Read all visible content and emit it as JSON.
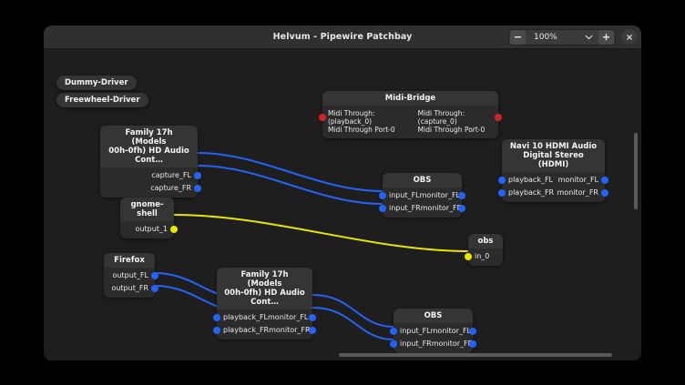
{
  "window": {
    "title": "Helvum - Pipewire Patchbay",
    "zoom_out_icon": "minus-icon",
    "zoom_value": "100%",
    "zoom_dropdown_icon": "chevron-down-icon",
    "zoom_in_icon": "plus-icon",
    "close_icon": "close-icon"
  },
  "colors": {
    "link_audio": "#2563f5",
    "link_midi": "#d4222a",
    "link_mono": "#e9e400",
    "node_title_bg": "#353535",
    "node_body_bg": "#2b2b2b",
    "canvas_bg": "#1e1e1e"
  },
  "drivers": [
    {
      "label": "Dummy-Driver"
    },
    {
      "label": "Freewheel-Driver"
    }
  ],
  "nodes": {
    "midi_bridge": {
      "title": "Midi-Bridge",
      "left_port": "Midi Through:(playback_0)\nMidi Through Port-0",
      "right_port": "Midi Through:(capture_0)\nMidi Through Port-0"
    },
    "family17h_top": {
      "title": "Family 17h (Models\n00h-0fh) HD Audio Cont…",
      "outputs": [
        "capture_FL",
        "capture_FR"
      ]
    },
    "obs_top": {
      "title": "OBS",
      "inputs": [
        "input_FL",
        "input_FR"
      ],
      "outputs": [
        "monitor_FL",
        "monitor_FR"
      ]
    },
    "navi10": {
      "title": "Navi 10 HDMI Audio\nDigital Stereo (HDMI)",
      "inputs": [
        "playback_FL",
        "playback_FR"
      ],
      "outputs": [
        "monitor_FL",
        "monitor_FR"
      ]
    },
    "gnome_shell": {
      "title": "gnome-shell",
      "outputs": [
        "output_1"
      ]
    },
    "obs_small": {
      "title": "obs",
      "inputs": [
        "in_0"
      ]
    },
    "firefox": {
      "title": "Firefox",
      "outputs": [
        "output_FL",
        "output_FR"
      ]
    },
    "family17h_bottom": {
      "title": "Family 17h (Models\n00h-0fh) HD Audio Cont…",
      "inputs": [
        "playback_FL",
        "playback_FR"
      ],
      "outputs": [
        "monitor_FL",
        "monitor_FR"
      ]
    },
    "obs_bottom": {
      "title": "OBS",
      "inputs": [
        "input_FL",
        "input_FR"
      ],
      "outputs": [
        "monitor_FL",
        "monitor_FR"
      ]
    }
  }
}
